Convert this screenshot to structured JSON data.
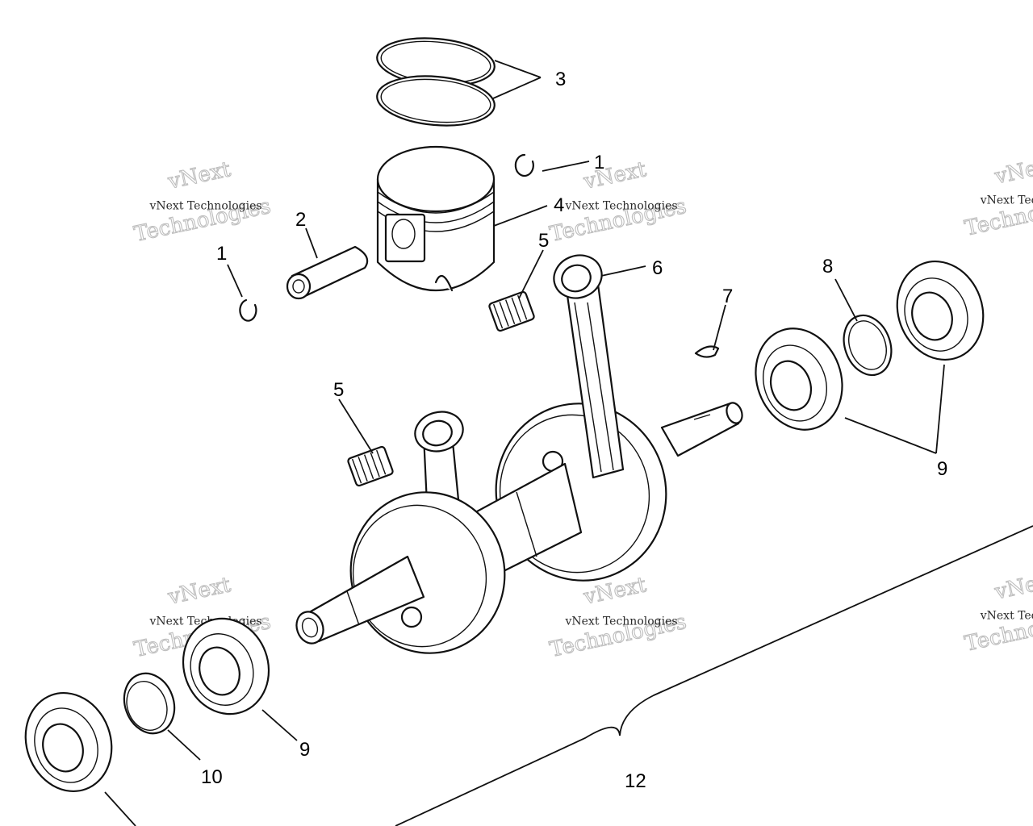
{
  "callouts": {
    "c1a": "1",
    "c1b": "1",
    "c2": "2",
    "c3": "3",
    "c4": "4",
    "c5a": "5",
    "c5b": "5",
    "c6": "6",
    "c7": "7",
    "c8": "8",
    "c9a": "9",
    "c9b": "9",
    "c10": "10",
    "c12": "12"
  },
  "watermark": {
    "line1": "vNext Technologies",
    "big_top": "vNext",
    "big_bottom": "Technologies"
  },
  "colors": {
    "ink": "#111111",
    "watermark": "#bdbdbd",
    "background": "#ffffff"
  }
}
